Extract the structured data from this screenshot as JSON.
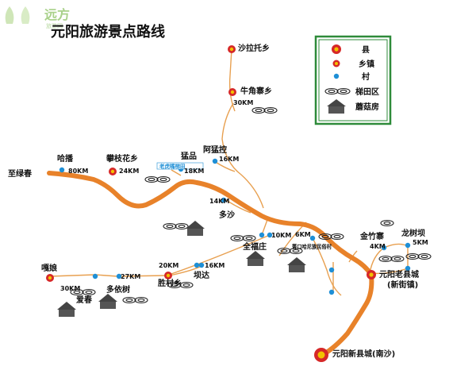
{
  "logo": {
    "text": "远方",
    "subtext": "旅游网"
  },
  "title": "元阳旅游景点路线",
  "legend": {
    "county": "县",
    "town": "乡镇",
    "village": "村",
    "terrace": "梯田区",
    "mushroom_house": "蘑菇房"
  },
  "places": {
    "shala": "沙拉托乡",
    "niujiao": "牛角寨乡",
    "ageng": "阿猛控",
    "mengpin": "猛品",
    "mengpin_note": "老虎嘴梯田",
    "panzhi": "攀枝花乡",
    "hazhe": "哈播",
    "zhilvchun": "至绿春",
    "duosha": "多沙",
    "jinfu": "全福庄",
    "qingkou": "箐口哈尼族民俗村",
    "jinzhu": "金竹寨",
    "longshu": "龙树坝",
    "laoxian": "元阳老县城",
    "xinjie": "(新街镇)",
    "xinxian": "元阳新县城(南沙)",
    "gaoniang": "嘎娘",
    "aichun": "爱春",
    "duoyi": "多依树",
    "shengcun": "胜村乡",
    "bada": "坝达"
  },
  "distances": {
    "niujiao": "30KM",
    "ageng": "16KM",
    "mengpin": "18KM",
    "panzhi": "24KM",
    "hazhe": "80KM",
    "duosha": "14KM",
    "jinfu": "10KM",
    "qingkou": "6KM",
    "jinzhu": "4KM",
    "longshu": "5KM",
    "shengcun": "20KM",
    "bada": "16KM",
    "duoyi": "27KM",
    "gaoniang": "30KM"
  },
  "colors": {
    "main_road": "#e8822a",
    "minor_road": "#e8a050",
    "county_ring": "#d62828",
    "county_center": "#f2c200",
    "village": "#1e8fd6",
    "legend_border": "#2e8b3a",
    "house": "#444444"
  }
}
